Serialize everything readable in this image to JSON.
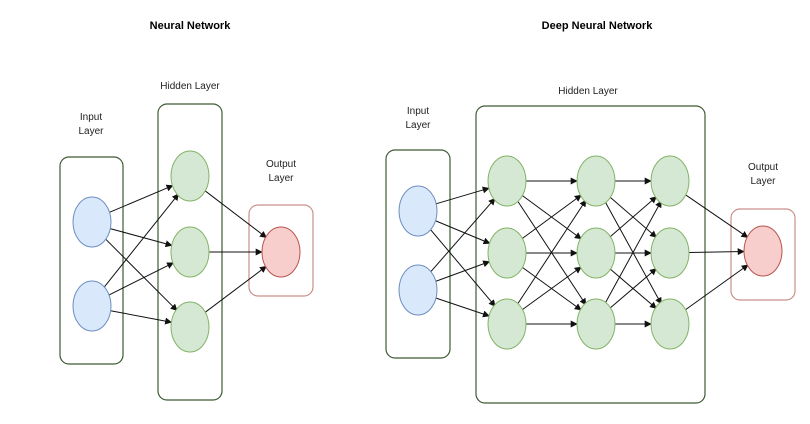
{
  "left_diagram": {
    "title": "Neural Network",
    "input_label": [
      "Input",
      "Layer"
    ],
    "hidden_label": "Hidden Layer",
    "output_label": [
      "Output",
      "Layer"
    ]
  },
  "right_diagram": {
    "title": "Deep Neural Network",
    "input_label": [
      "Input",
      "Layer"
    ],
    "hidden_label": "Hidden Layer",
    "output_label": [
      "Output",
      "Layer"
    ]
  },
  "colors": {
    "input_fill": "#dae8fc",
    "input_stroke": "#6c8ebf",
    "hidden_fill": "#d5e8d4",
    "hidden_stroke": "#82b366",
    "output_fill": "#f8cecc",
    "output_stroke": "#b85450",
    "group_stroke_green": "#3d5a34",
    "group_stroke_red": "#c98f8a",
    "edge": "#111111"
  }
}
